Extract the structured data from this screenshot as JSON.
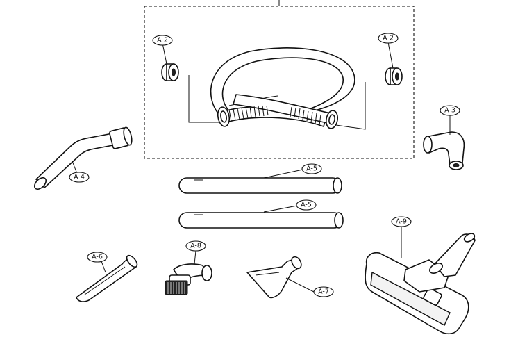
{
  "callouts": {
    "hose_ring_left": "A-2",
    "hose_ring_right": "A-2",
    "elbow_adapter": "A-3",
    "bent_wand": "A-4",
    "straight_pipe_upper": "A-5",
    "straight_pipe_lower": "A-5",
    "crevice_tool": "A-6",
    "upholstery_nozzle": "A-7",
    "dusting_brush": "A-8",
    "floor_nozzle": "A-9"
  },
  "icons": {
    "hose": "hose-icon",
    "pipe": "pipe-icon",
    "brush": "brush-icon",
    "floor_nozzle": "floor-nozzle-icon"
  }
}
